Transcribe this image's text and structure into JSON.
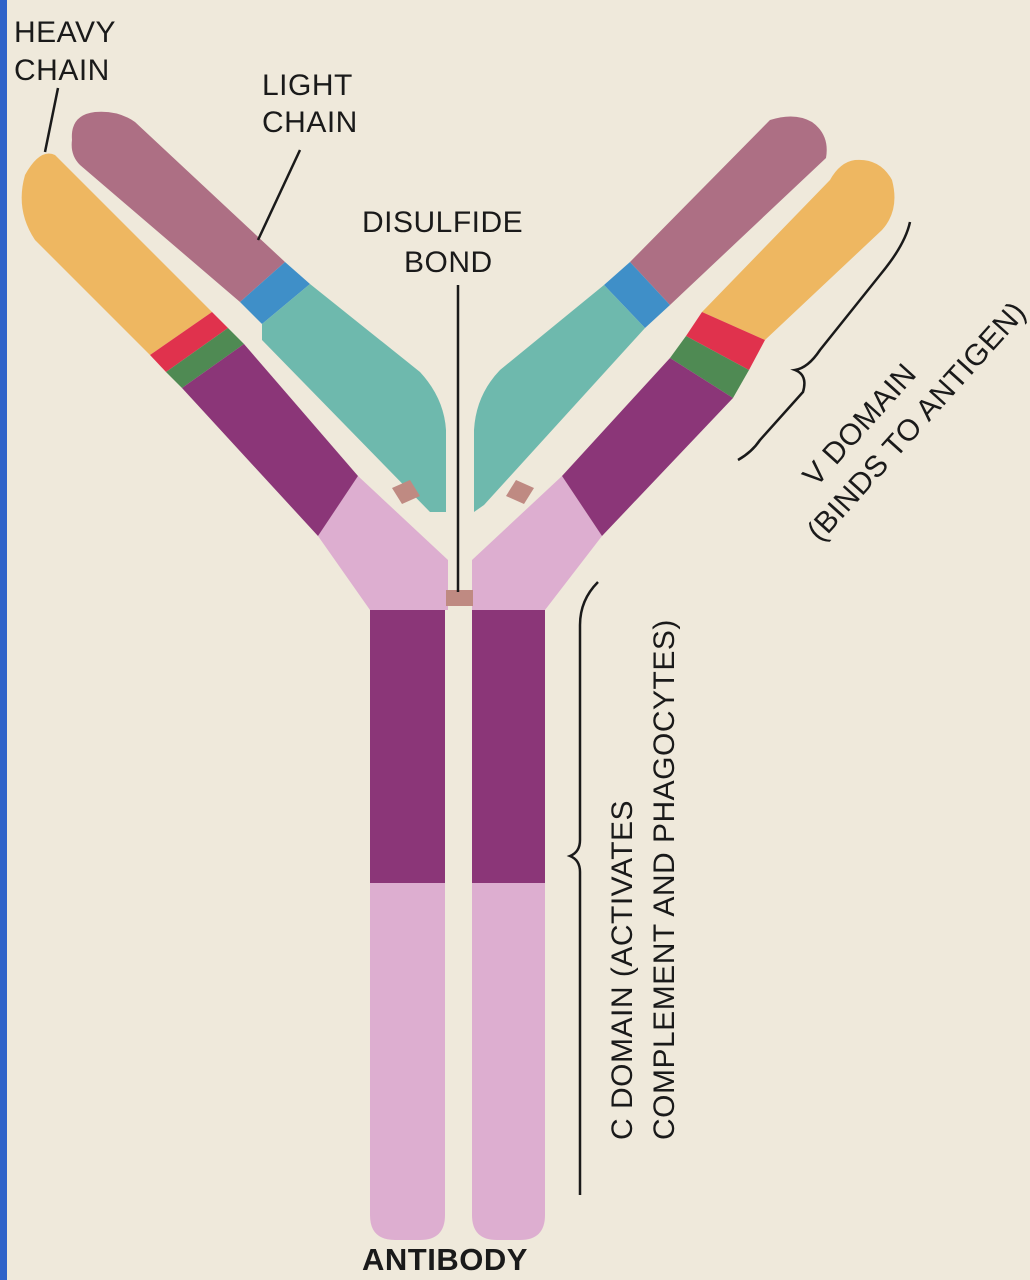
{
  "labels": {
    "heavy_chain_1": "HEAVY",
    "heavy_chain_2": "CHAIN",
    "light_chain_1": "LIGHT",
    "light_chain_2": "CHAIN",
    "disulfide_1": "DISULFIDE",
    "disulfide_2": "BOND",
    "v_domain_1": "V DOMAIN",
    "v_domain_2": "(BINDS TO ANTIGEN)",
    "c_domain_1": "C DOMAIN (ACTIVATES",
    "c_domain_2": "COMPLEMENT AND PHAGOCYTES)",
    "title": "ANTIBODY"
  },
  "colors": {
    "background": "#efe9db",
    "heavy_variable": "#eeb761",
    "light_constant": "#ad6f84",
    "light_variable": "#6eb9ad",
    "junction_blue": "#3f8fc8",
    "hypervariable_red": "#e0324d",
    "hypervariable_green": "#4f8a53",
    "constant_dark": "#8b3678",
    "constant_light": "#ddaed0",
    "disulfide": "#bf8a82",
    "frame": "#2f63c9"
  }
}
